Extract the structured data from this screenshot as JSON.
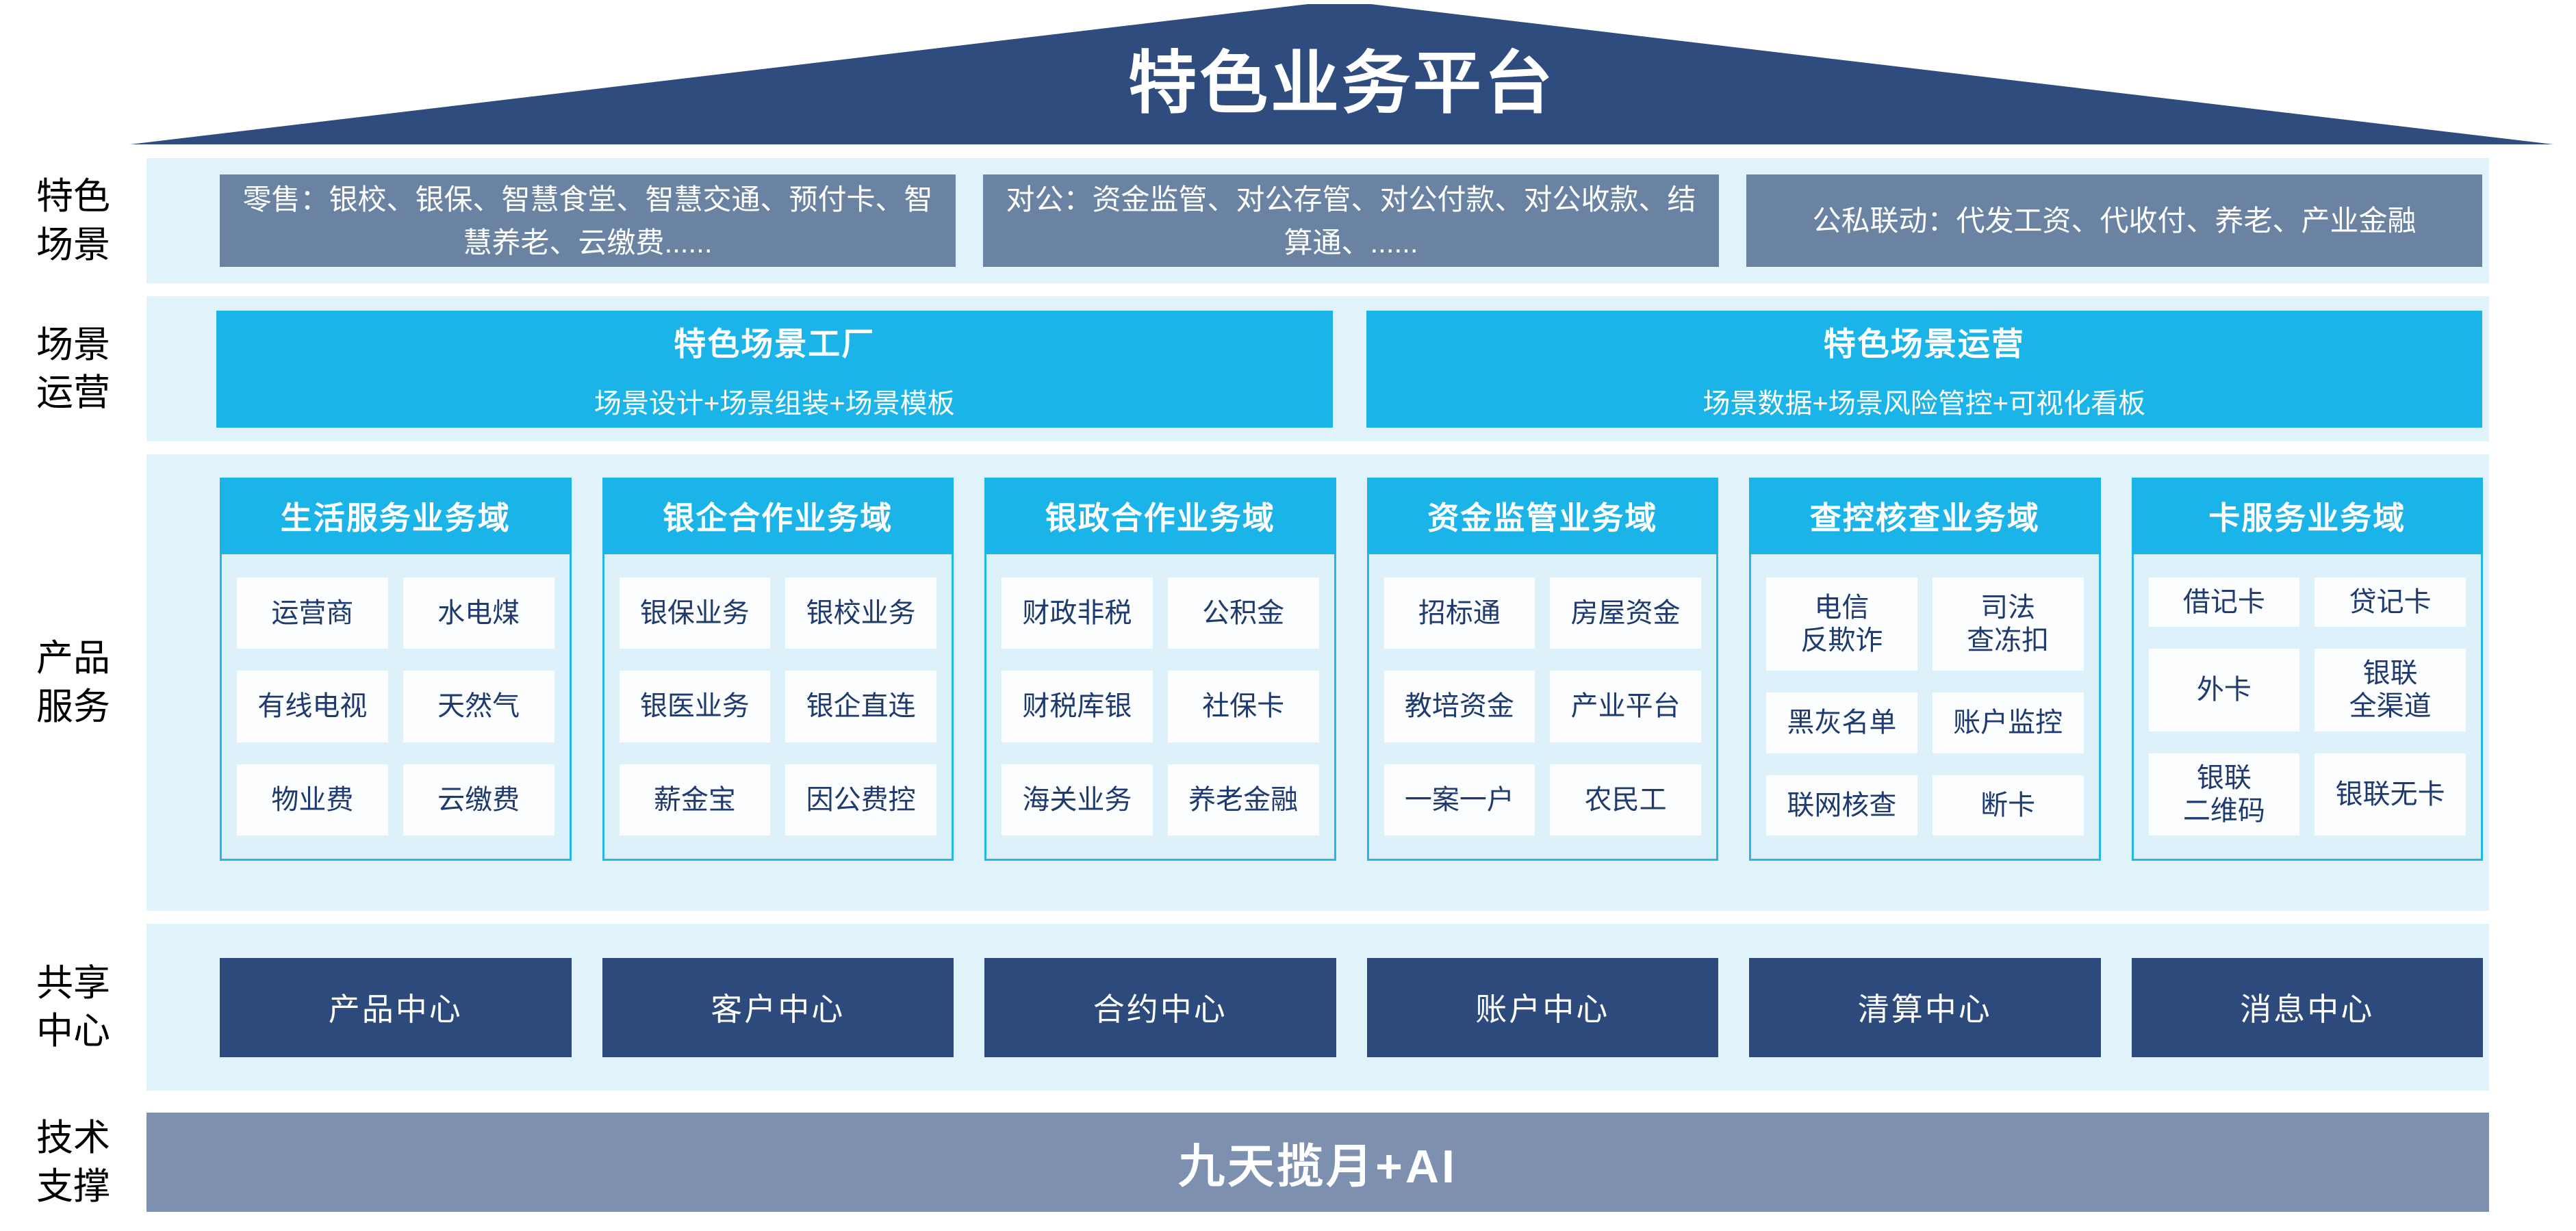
{
  "title": "特色业务平台",
  "rows": {
    "scene": {
      "label": "特色\n场景",
      "boxes": [
        "零售：银校、银保、智慧食堂、智慧交通、预付卡、智慧养老、云缴费......",
        "对公：资金监管、对公存管、对公付款、对公收款、结算通、......",
        "公私联动：代发工资、代收付、养老、产业金融"
      ]
    },
    "operation": {
      "label": "场景\n运营",
      "boxes": [
        {
          "title": "特色场景工厂",
          "subtitle": "场景设计+场景组装+场景模板"
        },
        {
          "title": "特色场景运营",
          "subtitle": "场景数据+场景风险管控+可视化看板"
        }
      ]
    },
    "products": {
      "label": "产品\n服务",
      "columns": [
        {
          "header": "生活服务业务域",
          "cells": [
            "运营商",
            "水电煤",
            "有线电视",
            "天然气",
            "物业费",
            "云缴费"
          ]
        },
        {
          "header": "银企合作业务域",
          "cells": [
            "银保业务",
            "银校业务",
            "银医业务",
            "银企直连",
            "薪金宝",
            "因公费控"
          ]
        },
        {
          "header": "银政合作业务域",
          "cells": [
            "财政非税",
            "公积金",
            "财税库银",
            "社保卡",
            "海关业务",
            "养老金融"
          ]
        },
        {
          "header": "资金监管业务域",
          "cells": [
            "招标通",
            "房屋资金",
            "教培资金",
            "产业平台",
            "一案一户",
            "农民工"
          ]
        },
        {
          "header": "查控核查业务域",
          "cells": [
            "电信\n反欺诈",
            "司法\n查冻扣",
            "黑灰名单",
            "账户监控",
            "联网核查",
            "断卡"
          ]
        },
        {
          "header": "卡服务业务域",
          "cells": [
            "借记卡",
            "贷记卡",
            "外卡",
            "银联\n全渠道",
            "银联\n二维码",
            "银联无卡"
          ]
        }
      ]
    },
    "shared": {
      "label": "共享\n中心",
      "centers": [
        "产品中心",
        "客户中心",
        "合约中心",
        "账户中心",
        "清算中心",
        "消息中心"
      ]
    },
    "tech": {
      "label": "技术\n支撑",
      "banner": "九天揽月+AI"
    }
  },
  "colors": {
    "roof": "#2F4C7E",
    "scene_box": "#6B83A3",
    "accent_cyan": "#1BB4E9",
    "band_bg": "#E0F3FB",
    "cell_bg": "#FBFDFE",
    "cell_text": "#1E3A6E",
    "center_box": "#2C4A7B",
    "tech_banner": "#7D90AF"
  }
}
